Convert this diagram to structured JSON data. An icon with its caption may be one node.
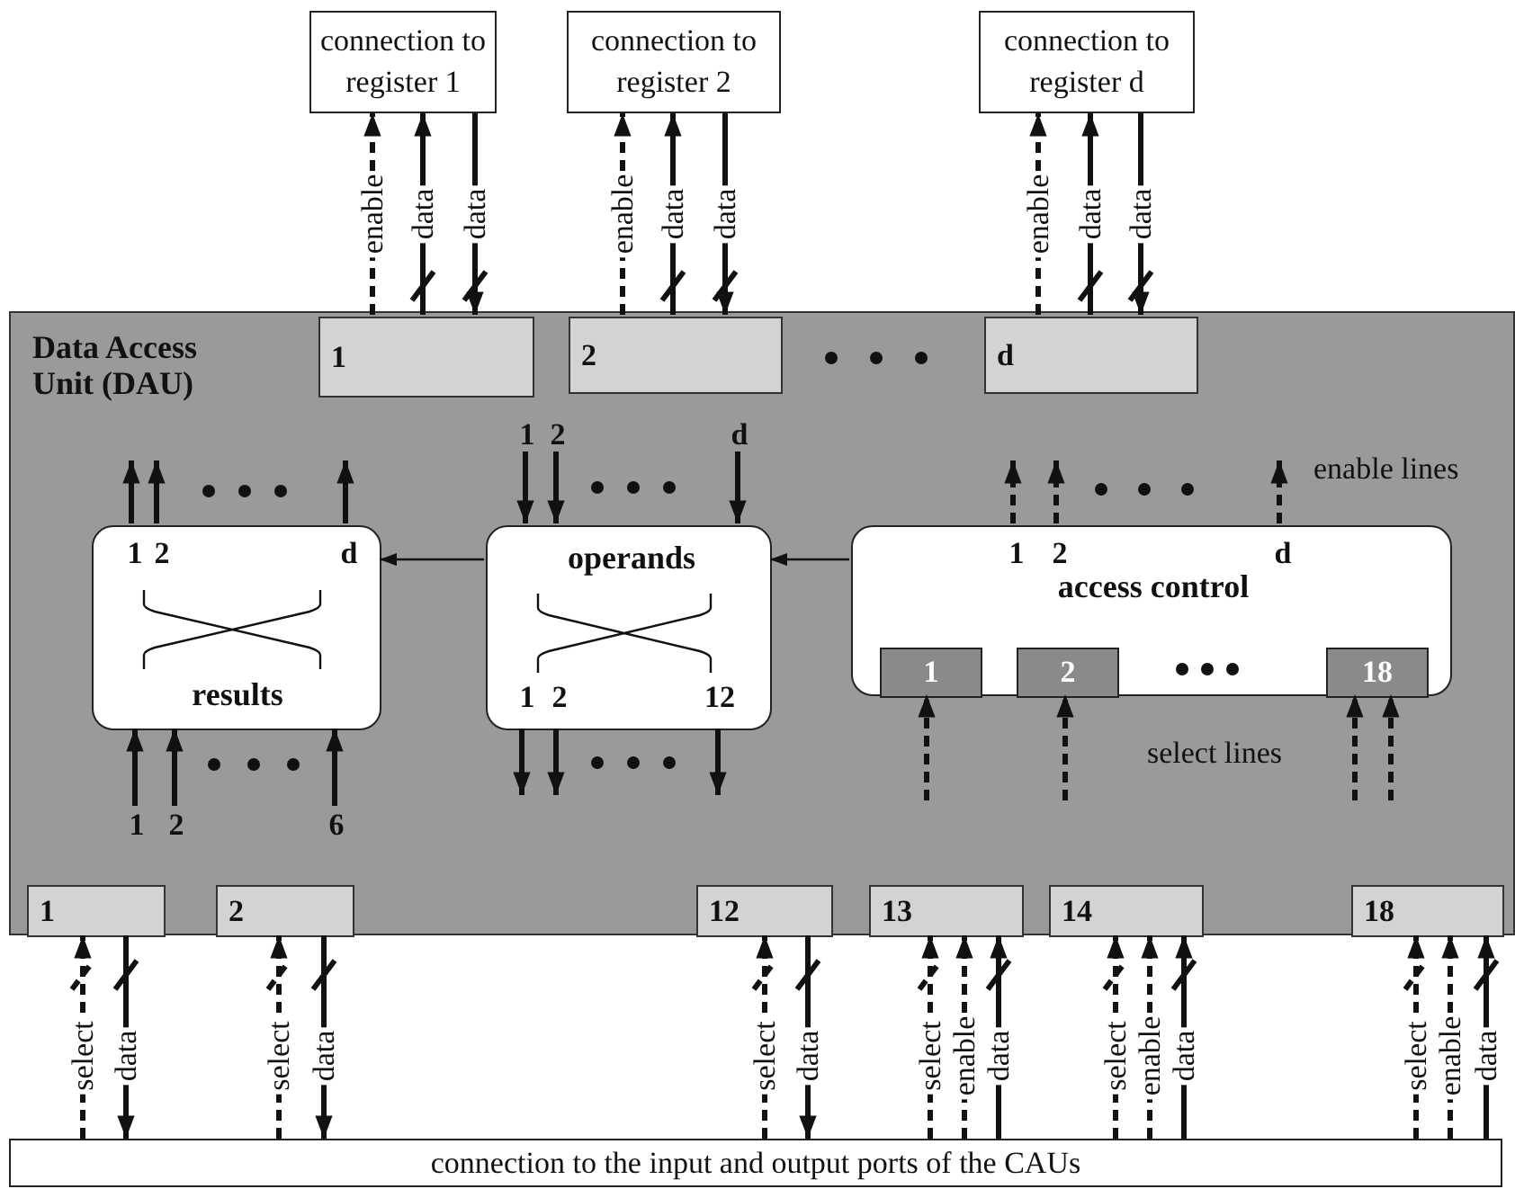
{
  "diagram": {
    "nodes": [
      {
        "text": [
          "Data Access Unit (DAU)"
        ]
      },
      {
        "text": [
          "connection to register 1"
        ]
      },
      {
        "text": [
          "connection to register 2"
        ]
      },
      {
        "text": [
          "connection to register d"
        ]
      },
      {
        "text": [
          "1"
        ],
        "in": 0
      },
      {
        "text": [
          "2"
        ],
        "in": 0
      },
      {
        "text": [
          "d"
        ],
        "in": 0
      },
      {
        "text": [
          "1",
          "2",
          "d",
          "results"
        ],
        "in": 0
      },
      {
        "text": [
          "operands",
          "1",
          "2",
          "12"
        ],
        "in": 0
      },
      {
        "text": [
          "1",
          "2",
          "d",
          "access control"
        ],
        "in": 0
      },
      {
        "text": [
          "1"
        ],
        "in": 9
      },
      {
        "text": [
          "2"
        ],
        "in": 9
      },
      {
        "text": [
          "18"
        ],
        "in": 9
      },
      {
        "text": [
          "1"
        ],
        "in": 0
      },
      {
        "text": [
          "2"
        ],
        "in": 0
      },
      {
        "text": [
          "12"
        ],
        "in": 0
      },
      {
        "text": [
          "13"
        ],
        "in": 0
      },
      {
        "text": [
          "14"
        ],
        "in": 0
      },
      {
        "text": [
          "18"
        ],
        "in": 0
      },
      {
        "text": [
          "connection to the input and output ports of the CAUs"
        ]
      },
      {
        "text": [
          "1"
        ],
        "in": 0
      },
      {
        "text": [
          "2"
        ],
        "in": 0
      },
      {
        "text": [
          "d"
        ],
        "in": 0
      },
      {
        "text": [
          "1"
        ],
        "in": 0
      },
      {
        "text": [
          "2"
        ],
        "in": 0
      },
      {
        "text": [
          "6"
        ],
        "in": 0
      }
    ],
    "edges": [
      {
        "from": 4,
        "to": 1,
        "arrow": "to",
        "style": "dashed",
        "label": "enable"
      },
      {
        "from": 4,
        "to": 1,
        "arrow": "to",
        "label": "data"
      },
      {
        "from": 1,
        "to": 4,
        "arrow": "to",
        "label": "data"
      },
      {
        "from": 5,
        "to": 2,
        "arrow": "to",
        "style": "dashed",
        "label": "enable"
      },
      {
        "from": 5,
        "to": 2,
        "arrow": "to",
        "label": "data"
      },
      {
        "from": 2,
        "to": 5,
        "arrow": "to",
        "label": "data"
      },
      {
        "from": 6,
        "to": 3,
        "arrow": "to",
        "style": "dashed",
        "label": "enable"
      },
      {
        "from": 6,
        "to": 3,
        "arrow": "to",
        "label": "data"
      },
      {
        "from": 3,
        "to": 6,
        "arrow": "to",
        "label": "data"
      },
      {
        "from": 8,
        "to": 7,
        "arrow": "to"
      },
      {
        "from": 9,
        "to": 8,
        "arrow": "to"
      },
      {
        "from": 7,
        "to": null,
        "arrow": "to"
      },
      {
        "from": 7,
        "to": null,
        "arrow": "to"
      },
      {
        "from": 7,
        "to": null,
        "arrow": "to"
      },
      {
        "from": 20,
        "to": 8,
        "arrow": "to"
      },
      {
        "from": 21,
        "to": 8,
        "arrow": "to"
      },
      {
        "from": 22,
        "to": 8,
        "arrow": "to"
      },
      {
        "from": 8,
        "to": null,
        "arrow": "to"
      },
      {
        "from": 8,
        "to": null,
        "arrow": "to"
      },
      {
        "from": 8,
        "to": null,
        "arrow": "to"
      },
      {
        "from": 23,
        "to": 7,
        "arrow": "to"
      },
      {
        "from": 24,
        "to": 7,
        "arrow": "to"
      },
      {
        "from": 25,
        "to": 7,
        "arrow": "to"
      },
      {
        "from": 9,
        "to": null,
        "arrow": "to",
        "style": "dashed"
      },
      {
        "from": 9,
        "to": null,
        "arrow": "to",
        "style": "dashed"
      },
      {
        "from": 9,
        "to": null,
        "arrow": "to",
        "style": "dashed"
      },
      {
        "from": null,
        "to": 10,
        "arrow": "to",
        "style": "dashed"
      },
      {
        "from": null,
        "to": 11,
        "arrow": "to",
        "style": "dashed"
      },
      {
        "from": null,
        "to": 12,
        "arrow": "to",
        "style": "dashed"
      },
      {
        "from": null,
        "to": 12,
        "arrow": "to",
        "style": "dashed"
      },
      {
        "from": 19,
        "to": 13,
        "arrow": "to",
        "style": "dashed",
        "label": "select"
      },
      {
        "from": 13,
        "to": 19,
        "arrow": "to",
        "label": "data"
      },
      {
        "from": 19,
        "to": 14,
        "arrow": "to",
        "style": "dashed",
        "label": "select"
      },
      {
        "from": 14,
        "to": 19,
        "arrow": "to",
        "label": "data"
      },
      {
        "from": 19,
        "to": 15,
        "arrow": "to",
        "style": "dashed",
        "label": "select"
      },
      {
        "from": 15,
        "to": 19,
        "arrow": "to",
        "label": "data"
      },
      {
        "from": 19,
        "to": 16,
        "arrow": "to",
        "style": "dashed",
        "label": "select"
      },
      {
        "from": 19,
        "to": 16,
        "arrow": "to",
        "style": "dashed",
        "label": "enable"
      },
      {
        "from": 19,
        "to": 16,
        "arrow": "to",
        "label": "data"
      },
      {
        "from": 19,
        "to": 17,
        "arrow": "to",
        "style": "dashed",
        "label": "select"
      },
      {
        "from": 19,
        "to": 17,
        "arrow": "to",
        "style": "dashed",
        "label": "enable"
      },
      {
        "from": 19,
        "to": 17,
        "arrow": "to",
        "label": "data"
      },
      {
        "from": 19,
        "to": 18,
        "arrow": "to",
        "style": "dashed",
        "label": "select"
      },
      {
        "from": 19,
        "to": 18,
        "arrow": "to",
        "style": "dashed",
        "label": "enable"
      },
      {
        "from": 19,
        "to": 18,
        "arrow": "to",
        "label": "data"
      }
    ],
    "labels": [
      "enable lines",
      "select lines"
    ]
  }
}
